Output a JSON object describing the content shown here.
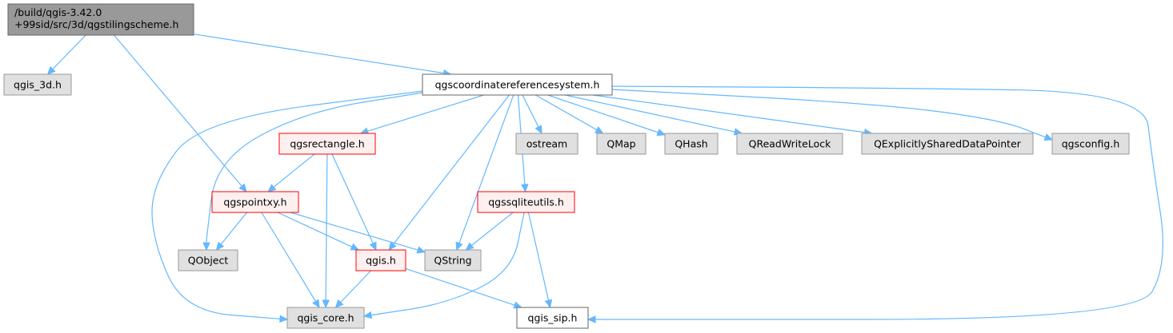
{
  "nodes": [
    {
      "id": "root",
      "lines": [
        "/build/qgis-3.42.0",
        "+99sid/src/3d/qgstilingscheme.h"
      ],
      "style": "root"
    },
    {
      "id": "qgis_3d",
      "lines": [
        "qgis_3d.h"
      ],
      "style": "gray"
    },
    {
      "id": "qgscrs",
      "lines": [
        "qgscoordinatereferencesystem.h"
      ],
      "style": "white"
    },
    {
      "id": "qgsrectangle",
      "lines": [
        "qgsrectangle.h"
      ],
      "style": "red"
    },
    {
      "id": "ostream",
      "lines": [
        "ostream"
      ],
      "style": "gray"
    },
    {
      "id": "qmap",
      "lines": [
        "QMap"
      ],
      "style": "gray"
    },
    {
      "id": "qhash",
      "lines": [
        "QHash"
      ],
      "style": "gray"
    },
    {
      "id": "qreadwritelock",
      "lines": [
        "QReadWriteLock"
      ],
      "style": "gray"
    },
    {
      "id": "qexplicit",
      "lines": [
        "QExplicitlySharedDataPointer"
      ],
      "style": "gray"
    },
    {
      "id": "qgsconfig",
      "lines": [
        "qgsconfig.h"
      ],
      "style": "gray"
    },
    {
      "id": "qgspointxy",
      "lines": [
        "qgspointxy.h"
      ],
      "style": "red"
    },
    {
      "id": "qgssqliteutils",
      "lines": [
        "qgssqliteutils.h"
      ],
      "style": "red"
    },
    {
      "id": "qobject",
      "lines": [
        "QObject"
      ],
      "style": "gray"
    },
    {
      "id": "qgis_h",
      "lines": [
        "qgis.h"
      ],
      "style": "red"
    },
    {
      "id": "qstring",
      "lines": [
        "QString"
      ],
      "style": "gray"
    },
    {
      "id": "qgis_core",
      "lines": [
        "qgis_core.h"
      ],
      "style": "gray"
    },
    {
      "id": "qgis_sip",
      "lines": [
        "qgis_sip.h"
      ],
      "style": "white"
    }
  ],
  "edges": [
    [
      "root",
      "qgis_3d"
    ],
    [
      "root",
      "qgscrs"
    ],
    [
      "root",
      "qgspointxy"
    ],
    [
      "qgscrs",
      "qgis_core"
    ],
    [
      "qgscrs",
      "qgsrectangle"
    ],
    [
      "qgscrs",
      "qobject"
    ],
    [
      "qgscrs",
      "qgis_h"
    ],
    [
      "qgscrs",
      "qstring"
    ],
    [
      "qgscrs",
      "qgssqliteutils"
    ],
    [
      "qgscrs",
      "ostream"
    ],
    [
      "qgscrs",
      "qmap"
    ],
    [
      "qgscrs",
      "qhash"
    ],
    [
      "qgscrs",
      "qreadwritelock"
    ],
    [
      "qgscrs",
      "qexplicit"
    ],
    [
      "qgscrs",
      "qgsconfig"
    ],
    [
      "qgscrs",
      "qgis_sip"
    ],
    [
      "qgsrectangle",
      "qgspointxy"
    ],
    [
      "qgsrectangle",
      "qgis_core"
    ],
    [
      "qgsrectangle",
      "qgis_h"
    ],
    [
      "qgspointxy",
      "qobject"
    ],
    [
      "qgspointxy",
      "qgis_core"
    ],
    [
      "qgspointxy",
      "qgis_h"
    ],
    [
      "qgspointxy",
      "qstring"
    ],
    [
      "qgssqliteutils",
      "qstring"
    ],
    [
      "qgssqliteutils",
      "qgis_core"
    ],
    [
      "qgssqliteutils",
      "qgis_sip"
    ],
    [
      "qgis_h",
      "qgis_core"
    ],
    [
      "qgis_h",
      "qgis_sip"
    ]
  ],
  "colors": {
    "edge": "#63b8ff",
    "root_fill": "#999999",
    "root_stroke": "#666666",
    "gray_fill": "#e0e0e0",
    "gray_stroke": "#999999",
    "red_fill": "#fff0f0",
    "red_stroke": "#ff0000",
    "white_fill": "#ffffff",
    "white_stroke": "#666666"
  }
}
